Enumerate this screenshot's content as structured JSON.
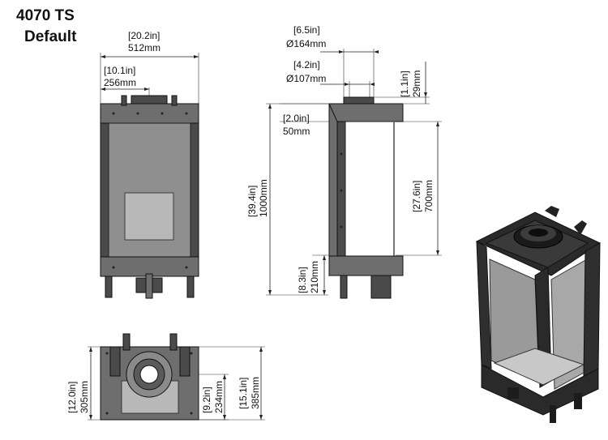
{
  "title": {
    "model": "4070 TS",
    "variant": "Default"
  },
  "dimensions": {
    "front_width": {
      "imperial": "[20.2in]",
      "metric": "512mm"
    },
    "front_center": {
      "imperial": "[10.1in]",
      "metric": "256mm"
    },
    "flue_outer": {
      "imperial": "[6.5in]",
      "metric": "Ø164mm"
    },
    "flue_inner": {
      "imperial": "[4.2in]",
      "metric": "Ø107mm"
    },
    "flue_height": {
      "imperial": "[1.1in]",
      "metric": "29mm"
    },
    "side_top_offset": {
      "imperial": "[2.0in]",
      "metric": "50mm"
    },
    "total_height": {
      "imperial": "[39.4in]",
      "metric": "1000mm"
    },
    "glass_height": {
      "imperial": "[27.6in]",
      "metric": "700mm"
    },
    "base_height": {
      "imperial": "[8.3in]",
      "metric": "210mm"
    },
    "plan_width": {
      "imperial": "[12.0in]",
      "metric": "305mm"
    },
    "plan_flue_center": {
      "imperial": "[9.2in]",
      "metric": "234mm"
    },
    "plan_depth": {
      "imperial": "[15.1in]",
      "metric": "385mm"
    }
  },
  "colors": {
    "metal": "#6e6e6e",
    "glass": "#8f8f8f",
    "outline": "#111111"
  }
}
